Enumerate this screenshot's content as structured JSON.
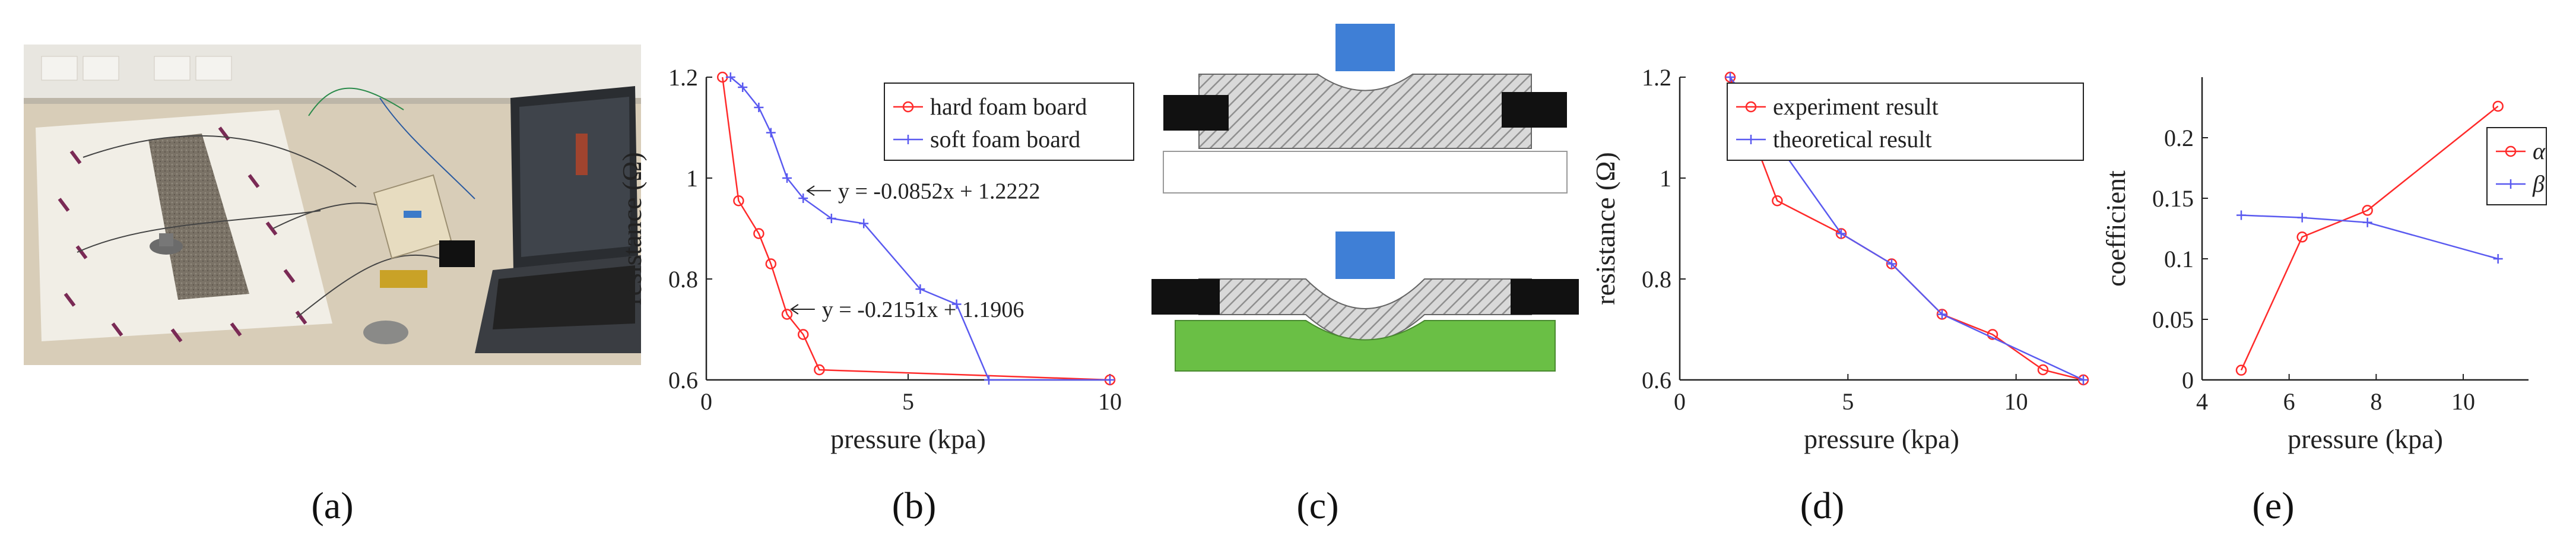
{
  "panel_labels": [
    "(a)",
    "(b)",
    "(c)",
    "(d)",
    "(e)"
  ],
  "photo": {
    "description_icons": [
      "laptop-icon",
      "foam-board-icon",
      "weight-icon",
      "breadboard-icon"
    ],
    "colors": {
      "table": "#d8cdb8",
      "wall": "#e8e6e0",
      "foam": "#7a7266",
      "laptop": "#2a2d31"
    }
  },
  "diagram": {
    "colors": {
      "indenter": "#3f7fd6",
      "foam_hatch": "#9a9a9a",
      "clamp": "#111111",
      "base_soft": "#ffffff",
      "base_hard": "#6abf45"
    }
  },
  "chart_data": [
    {
      "id": "b",
      "type": "line",
      "xlabel": "pressure (kpa)",
      "ylabel": "resistance (Ω)",
      "xlim": [
        0,
        10
      ],
      "ylim": [
        0.6,
        1.2
      ],
      "xticks": [
        "0",
        "5",
        "10"
      ],
      "yticks": [
        "0.6",
        "0.8",
        "1",
        "1.2"
      ],
      "legend_position": "top-right",
      "series": [
        {
          "name": "hard foam board",
          "marker": "circle",
          "color": "#ff2a2a",
          "x": [
            0.4,
            0.8,
            1.3,
            1.6,
            2.0,
            2.4,
            2.8,
            10.0
          ],
          "y": [
            1.2,
            0.955,
            0.89,
            0.83,
            0.73,
            0.69,
            0.62,
            0.6
          ]
        },
        {
          "name": "soft foam board",
          "marker": "plus",
          "color": "#5a5af0",
          "x": [
            0.6,
            0.9,
            1.3,
            1.6,
            2.0,
            2.4,
            3.1,
            3.9,
            5.3,
            6.2,
            7.0,
            10.0
          ],
          "y": [
            1.2,
            1.18,
            1.14,
            1.09,
            1.0,
            0.96,
            0.92,
            0.91,
            0.78,
            0.75,
            0.6,
            0.6
          ]
        }
      ],
      "annotations": [
        {
          "text": "y = -0.0852x + 1.2222",
          "x": 2.5,
          "y": 0.975
        },
        {
          "text": "y = -0.2151x + 1.1906",
          "x": 2.1,
          "y": 0.74
        }
      ]
    },
    {
      "id": "d",
      "type": "line",
      "xlabel": "pressure (kpa)",
      "ylabel": "resistance (Ω)",
      "xlim": [
        0,
        12
      ],
      "ylim": [
        0.6,
        1.2
      ],
      "xticks": [
        "0",
        "5",
        "10"
      ],
      "yticks": [
        "0.6",
        "0.8",
        "1",
        "1.2"
      ],
      "legend_position": "top-right",
      "series": [
        {
          "name": "experiment result",
          "marker": "circle",
          "color": "#ff2a2a",
          "x": [
            1.5,
            2.9,
            4.8,
            6.3,
            7.8,
            9.3,
            10.8,
            12.0
          ],
          "y": [
            1.2,
            0.955,
            0.89,
            0.83,
            0.73,
            0.69,
            0.62,
            0.6
          ]
        },
        {
          "name": "theoretical result",
          "marker": "plus",
          "color": "#5a5af0",
          "x": [
            1.5,
            4.8,
            6.3,
            7.8,
            12.0
          ],
          "y": [
            1.2,
            0.89,
            0.83,
            0.73,
            0.6
          ]
        }
      ]
    },
    {
      "id": "e",
      "type": "line",
      "xlabel": "pressure (kpa)",
      "ylabel": "coefficient",
      "xlim": [
        4,
        11.5
      ],
      "ylim": [
        0,
        0.25
      ],
      "xticks": [
        "4",
        "6",
        "8",
        "10"
      ],
      "yticks": [
        "0",
        "0.05",
        "0.1",
        "0.15",
        "0.2"
      ],
      "legend_position": "right",
      "series": [
        {
          "name": "α",
          "marker": "circle",
          "color": "#ff2a2a",
          "x": [
            4.9,
            6.3,
            7.8,
            10.8
          ],
          "y": [
            0.008,
            0.118,
            0.14,
            0.226
          ]
        },
        {
          "name": "β",
          "marker": "plus",
          "color": "#5a5af0",
          "x": [
            4.9,
            6.3,
            7.8,
            10.8
          ],
          "y": [
            0.136,
            0.134,
            0.13,
            0.1
          ]
        }
      ]
    }
  ]
}
